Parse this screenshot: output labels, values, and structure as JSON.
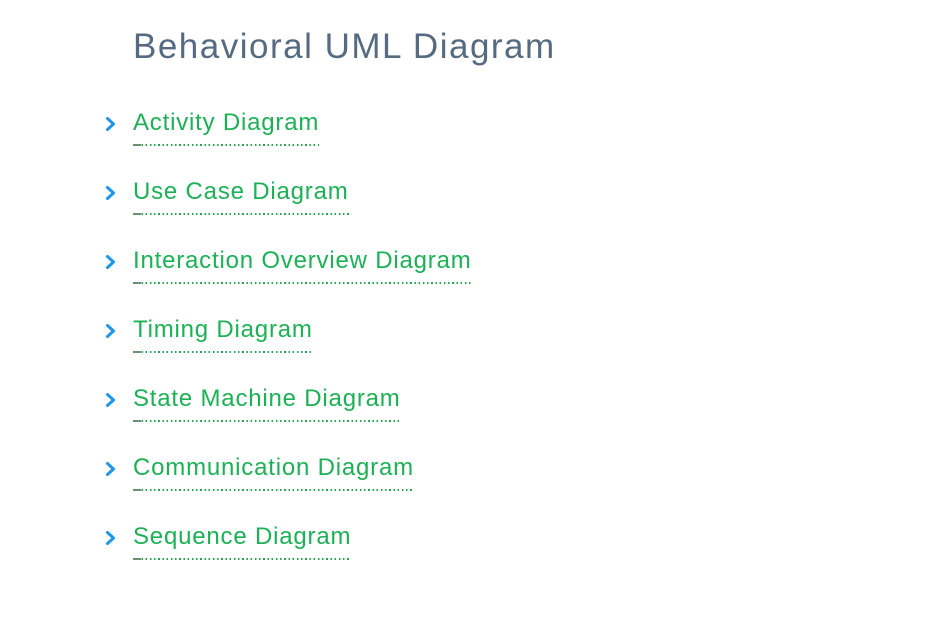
{
  "page": {
    "title": "Behavioral UML Diagram"
  },
  "colors": {
    "background": "#ffffff",
    "title_text": "#566b82",
    "link_green": "#1cb155",
    "chevron_blue": "#1e96eb",
    "underline_dot": "#27a551",
    "underline_dash": "#6e8f76"
  },
  "list": {
    "items": [
      {
        "label": "Activity Diagram",
        "icon": "chevron-right-icon"
      },
      {
        "label": "Use Case Diagram",
        "icon": "chevron-right-icon"
      },
      {
        "label": "Interaction Overview Diagram",
        "icon": "chevron-right-icon"
      },
      {
        "label": "Timing Diagram",
        "icon": "chevron-right-icon"
      },
      {
        "label": "State Machine Diagram",
        "icon": "chevron-right-icon"
      },
      {
        "label": "Communication Diagram",
        "icon": "chevron-right-icon"
      },
      {
        "label": "Sequence Diagram",
        "icon": "chevron-right-icon"
      }
    ]
  }
}
